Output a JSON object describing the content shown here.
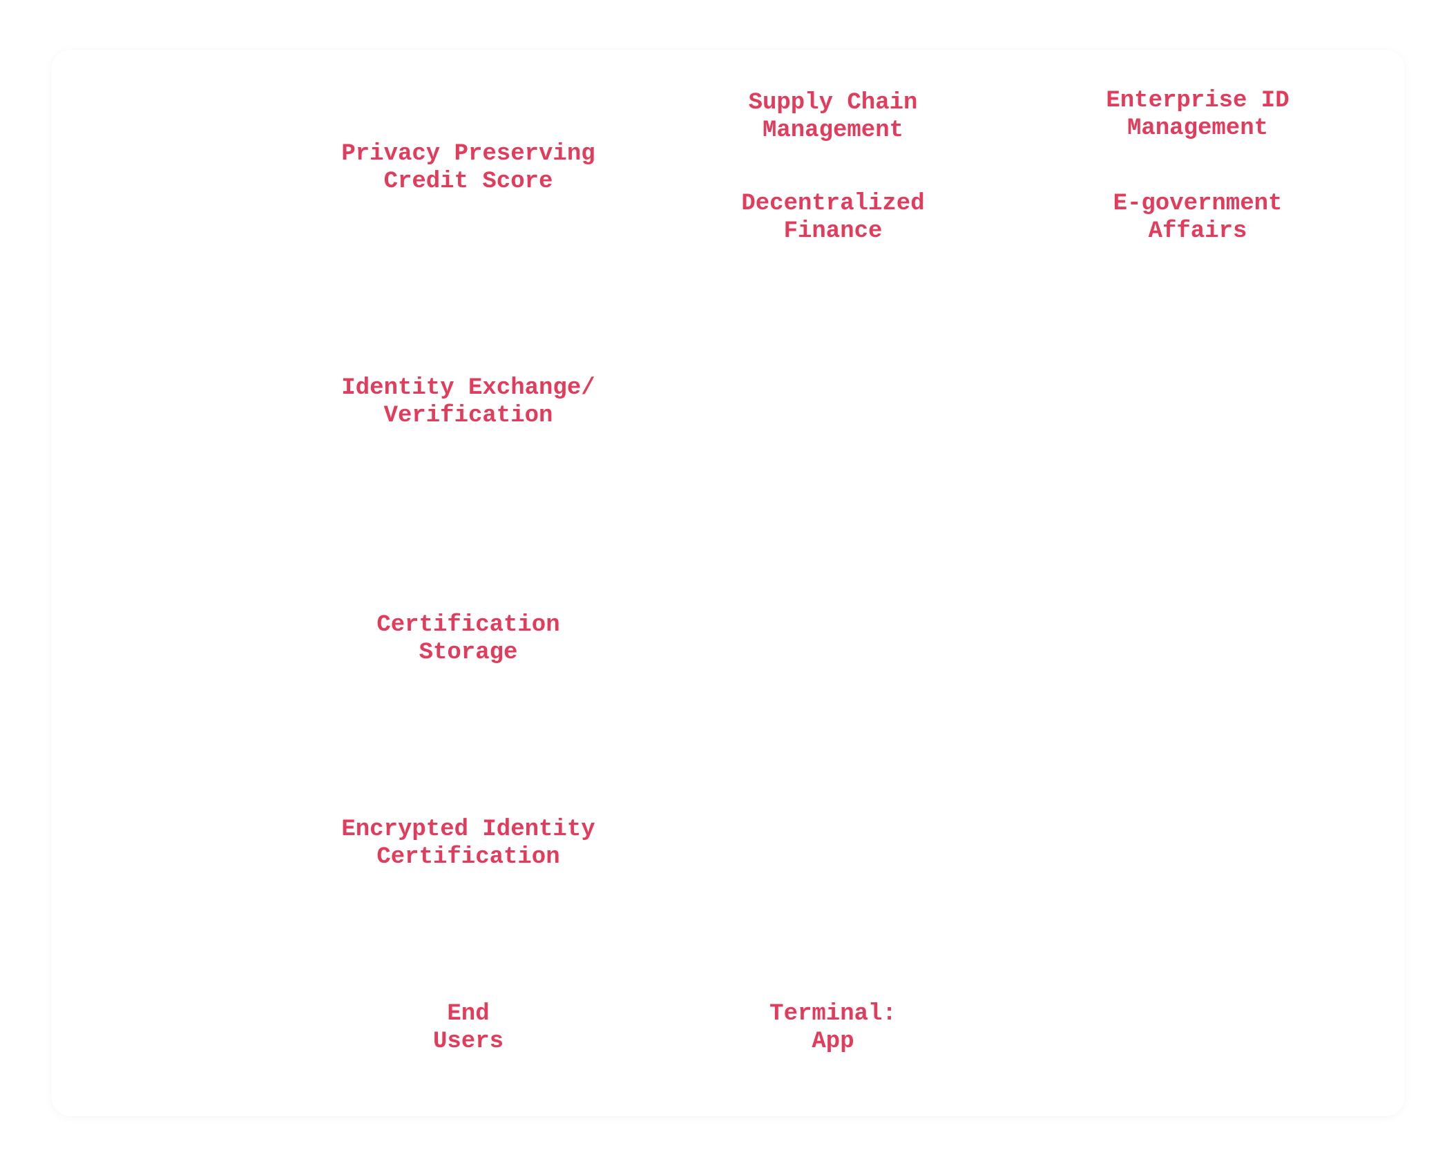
{
  "diagram": {
    "accent_color": "#e23c5c",
    "nodes": {
      "privacy_credit_score": {
        "line1": "Privacy Preserving",
        "line2": "Credit Score"
      },
      "supply_chain": {
        "line1": "Supply Chain",
        "line2": "Management"
      },
      "enterprise_id": {
        "line1": "Enterprise ID",
        "line2": "Management"
      },
      "decentralized_finance": {
        "line1": "Decentralized",
        "line2": "Finance"
      },
      "e_government": {
        "line1": "E-government",
        "line2": "Affairs"
      },
      "identity_exchange": {
        "line1": "Identity Exchange/",
        "line2": "Verification"
      },
      "certification_storage": {
        "line1": "Certification",
        "line2": "Storage"
      },
      "encrypted_identity": {
        "line1": "Encrypted Identity",
        "line2": "Certification"
      },
      "end_users": {
        "line1": "End",
        "line2": "Users"
      },
      "terminal_app": {
        "line1": "Terminal:",
        "line2": "App"
      }
    }
  }
}
